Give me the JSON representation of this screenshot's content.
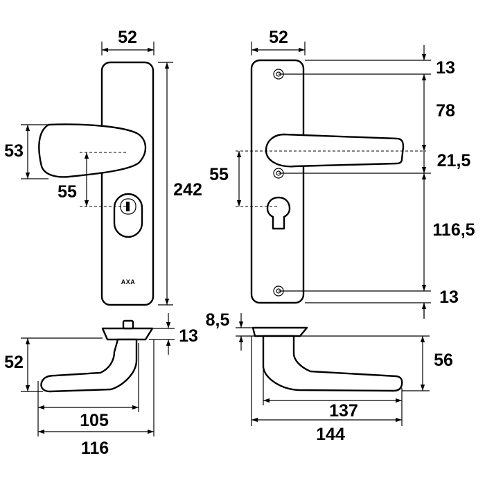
{
  "brand_mark": "AXA",
  "dimensions": {
    "front_width": "52",
    "front_handle_height": "53",
    "front_handle_to_lock": "55",
    "front_total_height": "242",
    "side_front_height": "13",
    "side_front_handle_height": "52",
    "side_front_inner_length": "105",
    "side_front_total_length": "116",
    "rear_width": "52",
    "rear_top_screw": "13",
    "rear_top_to_handle": "78",
    "rear_handle_to_screw": "21,5",
    "rear_handle_to_keyhole": "55",
    "rear_screw_to_bottom_screw": "116,5",
    "rear_bottom_screw": "13",
    "side_rear_rosette": "8,5",
    "side_rear_handle_height": "56",
    "side_rear_inner_length": "137",
    "side_rear_total_length": "144"
  }
}
